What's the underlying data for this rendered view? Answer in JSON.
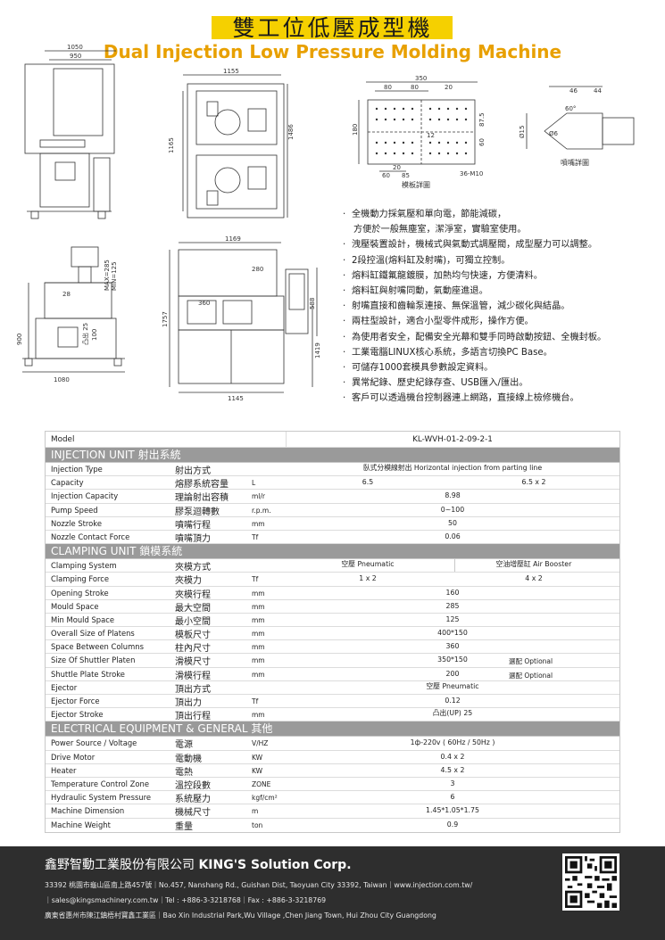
{
  "header": {
    "title_zh": "雙工位低壓成型機",
    "title_en": "Dual Injection Low Pressure Molding Machine"
  },
  "drawings": {
    "dim_1050": "1050",
    "dim_950": "950",
    "dim_1155": "1155",
    "dim_1165": "1165",
    "dim_1486": "1486",
    "dim_350": "350",
    "dim_80a": "80",
    "dim_80b": "80",
    "dim_20a": "20",
    "dim_180": "180",
    "dim_875": "87.5",
    "dim_60a": "60",
    "dim_12": "12",
    "dim_20b": "20",
    "dim_60b": "60",
    "dim_85": "85",
    "m10": "36-M10",
    "plate_caption": "模板詳圖",
    "dim_46": "46",
    "dim_44": "44",
    "dim_60deg": "60°",
    "dim_phi15": "Ø15",
    "dim_phi6": "Ø6",
    "nozzle_caption": "噴嘴詳圖",
    "max_min": "MAX=285",
    "min_text": "MIN=125",
    "dim_28": "28",
    "dim_bump": "凸出 25",
    "dim_100": "100",
    "dim_900": "900",
    "dim_1080": "1080",
    "dim_1169": "1169",
    "dim_280": "280",
    "dim_360": "360",
    "dim_1757": "1757",
    "dim_588": "588",
    "dim_1419": "1419",
    "dim_1145": "1145"
  },
  "features": [
    {
      "text": "全機動力採氣壓和單向電，節能減碳，",
      "cont": false
    },
    {
      "text": "方便於一般無塵室，潔淨室，實驗室使用。",
      "cont": true
    },
    {
      "text": "洩壓裝置設計，機械式與氣動式調壓閥，成型壓力可以調整。",
      "cont": false
    },
    {
      "text": "2段控溫(熔料缸及射嘴)，可獨立控制。",
      "cont": false
    },
    {
      "text": "熔料缸鐵氟龍鍍膜，加熱均勻快速，方便清料。",
      "cont": false
    },
    {
      "text": "熔料缸與射嘴同動，氣動座進退。",
      "cont": false
    },
    {
      "text": "射嘴直接和齒輪泵連接、無保溫管，減少碳化與結晶。",
      "cont": false
    },
    {
      "text": "兩柱型設計，適合小型零件成形，操作方便。",
      "cont": false
    },
    {
      "text": "為使用者安全，配備安全光幕和雙手同時啟動按鈕、全機封板。",
      "cont": false
    },
    {
      "text": "工業電腦LINUX核心系統，多語言切換PC Base。",
      "cont": false
    },
    {
      "text": "可儲存1000套模具參數設定資料。",
      "cont": false
    },
    {
      "text": "異常紀錄、歷史紀錄存查、USB匯入/匯出。",
      "cont": false
    },
    {
      "text": "客戶可以透過機台控制器連上網路，直接線上檢修機台。",
      "cont": false
    }
  ],
  "feature_bullet": "·",
  "spec": {
    "model_label": "Model",
    "model_value": "KL-WVH-01-2-09-2-1",
    "injection_title": "INJECTION UNIT  射出系統",
    "injection": [
      {
        "en": "Injection Type",
        "zh": "射出方式",
        "unit": "",
        "value": "臥式分模線射出 Horizontal injection from parting line"
      },
      {
        "en": "Capacity",
        "zh": "熔膠系統容量",
        "unit": "L",
        "v1": "6.5",
        "v2": "6.5 x 2"
      },
      {
        "en": "Injection Capacity",
        "zh": "理論射出容積",
        "unit": "ml/r",
        "value": "8.98"
      },
      {
        "en": "Pump Speed",
        "zh": "膠泵迴轉數",
        "unit": "r.p.m.",
        "value": "0~100"
      },
      {
        "en": "Nozzle Stroke",
        "zh": "噴嘴行程",
        "unit": "mm",
        "value": "50"
      },
      {
        "en": "Nozzle Contact Force",
        "zh": "噴嘴頂力",
        "unit": "Tf",
        "value": "0.06"
      }
    ],
    "clamping_title": "CLAMPING UNIT   鎖模系統",
    "clamping_system": {
      "en": "Clamping System",
      "zh": "夾模方式",
      "v1": "空壓  Pneumatic",
      "v2": "空油增壓缸  Air Booster"
    },
    "clamping_force": {
      "en": "Clamping Force",
      "zh": "夾模力",
      "unit": "Tf",
      "v1": "1 x 2",
      "v2": "4 x 2"
    },
    "clamping": [
      {
        "en": "Opening Stroke",
        "zh": "夾模行程",
        "unit": "mm",
        "value": "160",
        "opt": ""
      },
      {
        "en": "Mould Space",
        "zh": "最大空間",
        "unit": "mm",
        "value": "285",
        "opt": ""
      },
      {
        "en": "Min Mould Space",
        "zh": "最小空間",
        "unit": "mm",
        "value": "125",
        "opt": ""
      },
      {
        "en": "Overall Size of Platens",
        "zh": "模板尺寸",
        "unit": "mm",
        "value": "400*150",
        "opt": ""
      },
      {
        "en": "Space Between Columns",
        "zh": "柱內尺寸",
        "unit": "mm",
        "value": "360",
        "opt": ""
      },
      {
        "en": "Size Of Shuttler Platen",
        "zh": "滑模尺寸",
        "unit": "mm",
        "value": "350*150",
        "opt": "選配 Optional"
      },
      {
        "en": "Shuttle Plate Stroke",
        "zh": "滑模行程",
        "unit": "mm",
        "value": "200",
        "opt": "選配 Optional"
      }
    ],
    "ejector": {
      "en": "Ejector",
      "zh": "頂出方式",
      "unit": "",
      "value": "空壓  Pneumatic"
    },
    "ejector_force": {
      "en": "Ejector Force",
      "zh": "頂出力",
      "unit": "Tf",
      "value": "0.12"
    },
    "ejector_stroke": {
      "en": "Ejector Stroke",
      "zh": "頂出行程",
      "unit": "mm",
      "value": "凸出(UP)   25"
    },
    "electrical_title": "ELECTRICAL EQUIPMENT & GENERAL   其他",
    "electrical": [
      {
        "en": "Power Source / Voltage",
        "zh": "電源",
        "unit": "V/HZ",
        "value": "1ф-220v ( 60Hz / 50Hz )"
      },
      {
        "en": "Drive Motor",
        "zh": "電動機",
        "unit": "KW",
        "value": "0.4 x 2"
      },
      {
        "en": "Heater",
        "zh": "電熱",
        "unit": "KW",
        "value": "4.5 x 2"
      },
      {
        "en": "Temperature Control Zone",
        "zh": "溫控段數",
        "unit": "ZONE",
        "value": "3"
      },
      {
        "en": "Hydraulic System Pressure",
        "zh": "系統壓力",
        "unit": "kgf/cm²",
        "value": "6"
      },
      {
        "en": "Machine Dimension",
        "zh": "機械尺寸",
        "unit": "m",
        "value": "1.45*1.05*1.75"
      },
      {
        "en": "Machine Weight",
        "zh": "重量",
        "unit": "ton",
        "value": "0.9"
      }
    ]
  },
  "footer": {
    "company_zh": "鑫野智動工業股份有限公司",
    "company_en": "KING'S Solution Corp.",
    "line1": "33392 桃園市龜山區南上路457號｜No.457, Nanshang Rd., Guishan Dist, Taoyuan City 33392, Taiwan｜www.injection.com.tw/",
    "line2": "｜sales@kingsmachinery.com.tw｜Tel : +886-3-3218768｜Fax : +886-3-3218769",
    "line3": "廣東省惠州市陳江鎮梧村寶鑫工業區｜Bao Xin Industrial Park,Wu Village ,Chen Jiang Town, Hui Zhou City Guangdong"
  },
  "colors": {
    "accent_yellow": "#f5d000",
    "title_orange": "#e8a000",
    "section_gray": "#9a9a9a",
    "footer_bg": "#2e2e2e"
  }
}
